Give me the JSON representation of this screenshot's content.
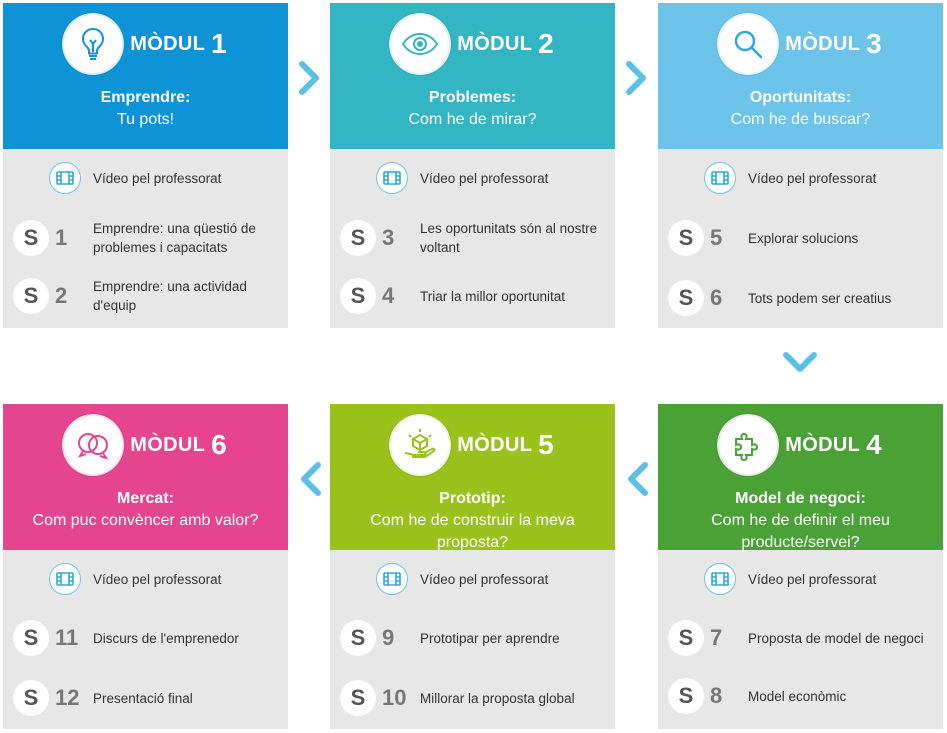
{
  "modules": [
    {
      "id": 1,
      "word": "MÒDUL",
      "number": "1",
      "color": "#0e93d6",
      "icon": "lightbulb-icon",
      "title": "Emprendre:",
      "subtitle": "Tu pots!",
      "video": "Vídeo pel professorat",
      "sessions": [
        {
          "num": "1",
          "label": "Emprendre: una qüestió de problemes i capacitats"
        },
        {
          "num": "2",
          "label": "Emprendre: una actividad d'equip"
        }
      ]
    },
    {
      "id": 2,
      "word": "MÒDUL",
      "number": "2",
      "color": "#34b5c3",
      "icon": "eye-icon",
      "title": "Problemes:",
      "subtitle": "Com he de mirar?",
      "video": "Vídeo pel professorat",
      "sessions": [
        {
          "num": "3",
          "label": "Les oportunitats són al nostre voltant"
        },
        {
          "num": "4",
          "label": "Triar la millor oportunitat"
        }
      ]
    },
    {
      "id": 3,
      "word": "MÒDUL",
      "number": "3",
      "color": "#6cc4ea",
      "icon": "magnifier-icon",
      "title": "Oportunitats:",
      "subtitle": "Com he de buscar?",
      "video": "Vídeo pel professorat",
      "sessions": [
        {
          "num": "5",
          "label": "Explorar solucions"
        },
        {
          "num": "6",
          "label": "Tots podem ser creatius"
        }
      ]
    },
    {
      "id": 4,
      "word": "MÒDUL",
      "number": "4",
      "color": "#4aa135",
      "icon": "puzzle-icon",
      "title": "Model de negoci:",
      "subtitle": "Com he de definir el meu producte/servei?",
      "video": "Vídeo pel professorat",
      "sessions": [
        {
          "num": "7",
          "label": "Proposta de model de negoci"
        },
        {
          "num": "8",
          "label": "Model econòmic"
        }
      ]
    },
    {
      "id": 5,
      "word": "MÒDUL",
      "number": "5",
      "color": "#99c21c",
      "icon": "prototype-icon",
      "title": "Prototip:",
      "subtitle": "Com he de construir la meva proposta?",
      "video": "Vídeo pel professorat",
      "sessions": [
        {
          "num": "9",
          "label": "Prototipar per aprendre"
        },
        {
          "num": "10",
          "label": "Millorar la proposta global"
        }
      ]
    },
    {
      "id": 6,
      "word": "MÒDUL",
      "number": "6",
      "color": "#e5458e",
      "icon": "speech-bubbles-icon",
      "title": "Mercat:",
      "subtitle": "Com puc convèncer amb valor?",
      "video": "Vídeo pel professorat",
      "sessions": [
        {
          "num": "11",
          "label": "Discurs de l'emprenedor"
        },
        {
          "num": "12",
          "label": "Presentació final"
        }
      ]
    }
  ],
  "session_letter": "S",
  "arrow_color": "#5bbfe8",
  "video_icon": "film-icon"
}
